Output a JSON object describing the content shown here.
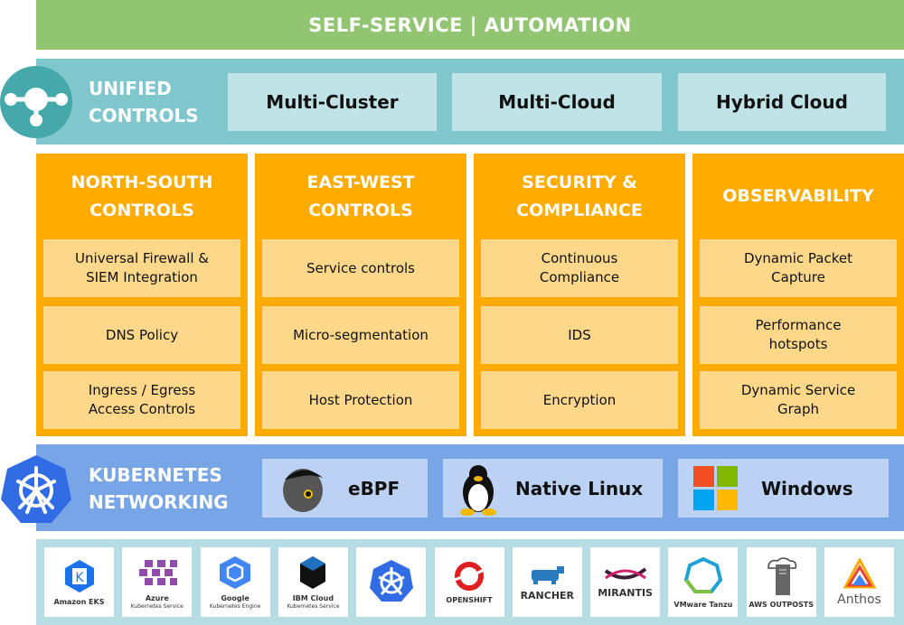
{
  "top_banner": "SELF-SERVICE | AUTOMATION",
  "unified": {
    "label_line1": "UNIFIED",
    "label_line2": "CONTROLS",
    "items": [
      "Multi-Cluster",
      "Multi-Cloud",
      "Hybrid Cloud"
    ],
    "icon": "hub-node-icon"
  },
  "columns": [
    {
      "title_line1": "NORTH-SOUTH",
      "title_line2": "CONTROLS",
      "items": [
        [
          "Universal Firewall &",
          "SIEM Integration"
        ],
        [
          "DNS Policy"
        ],
        [
          "Ingress / Egress",
          "Access Controls"
        ]
      ]
    },
    {
      "title_line1": "EAST-WEST",
      "title_line2": "CONTROLS",
      "items": [
        [
          "Service controls"
        ],
        [
          "Micro-segmentation"
        ],
        [
          "Host Protection"
        ]
      ]
    },
    {
      "title_line1": "SECURITY &",
      "title_line2": "COMPLIANCE",
      "items": [
        [
          "Continuous",
          "Compliance"
        ],
        [
          "IDS"
        ],
        [
          "Encryption"
        ]
      ]
    },
    {
      "title_line1": "OBSERVABILITY",
      "title_line2": "",
      "items": [
        [
          "Dynamic Packet",
          "Capture"
        ],
        [
          "Performance",
          "hotspots"
        ],
        [
          "Dynamic Service",
          "Graph"
        ]
      ]
    }
  ],
  "kubernetes": {
    "label_line1": "KUBERNETES",
    "label_line2": "NETWORKING",
    "dataplanes": [
      {
        "label": "eBPF",
        "icon": "ebpf-bee-icon"
      },
      {
        "label": "Native Linux",
        "icon": "tux-penguin-icon"
      },
      {
        "label": "Windows",
        "icon": "windows-logo-icon"
      }
    ]
  },
  "platforms": [
    {
      "name": "Amazon EKS",
      "sub": ""
    },
    {
      "name": "Azure",
      "sub": "Kubernetes Service"
    },
    {
      "name": "Google",
      "sub": "Kubernetes Engine"
    },
    {
      "name": "IBM Cloud",
      "sub": "Kubernetes Service"
    },
    {
      "name": "",
      "sub": ""
    },
    {
      "name": "OPENSHIFT",
      "sub": ""
    },
    {
      "name": "RANCHER",
      "sub": ""
    },
    {
      "name": "MIRANTIS",
      "sub": ""
    },
    {
      "name": "VMware Tanzu",
      "sub": ""
    },
    {
      "name": "AWS OUTPOSTS",
      "sub": ""
    },
    {
      "name": "Anthos",
      "sub": ""
    }
  ],
  "colors": {
    "green": "#92c572",
    "teal": "#7fc7cd",
    "orange": "#ffab00",
    "item": "#fed88a",
    "blue": "#77a5e6",
    "k8s": "#326ce5"
  }
}
